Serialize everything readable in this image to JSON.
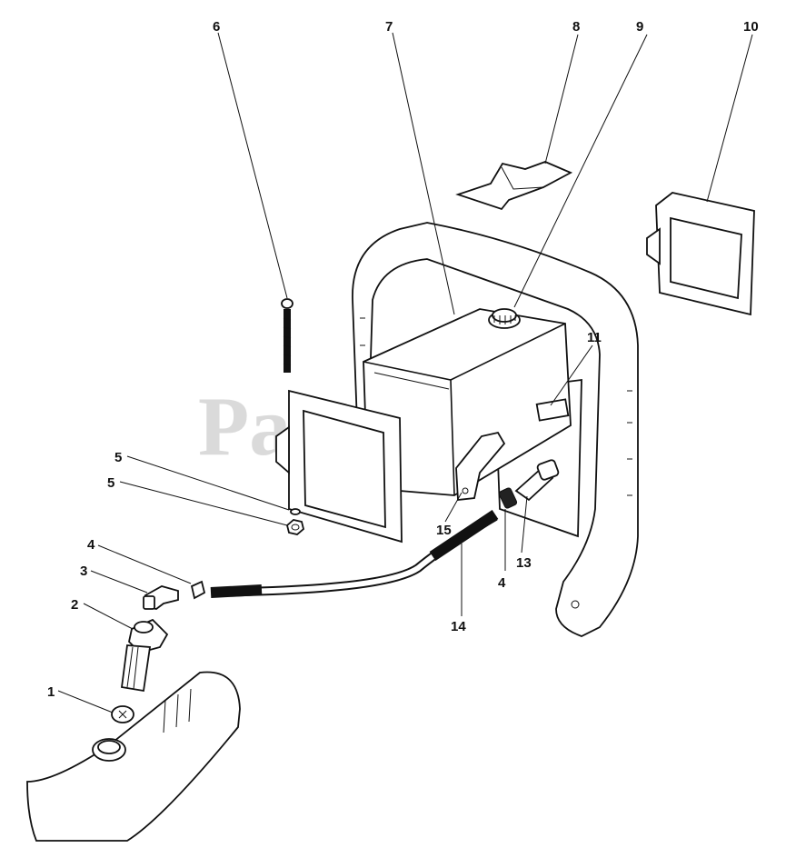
{
  "watermark": "PartsTree",
  "callouts": [
    {
      "id": "c1",
      "label": "1"
    },
    {
      "id": "c2",
      "label": "2"
    },
    {
      "id": "c3",
      "label": "3"
    },
    {
      "id": "c4a",
      "label": "4"
    },
    {
      "id": "c4b",
      "label": "4"
    },
    {
      "id": "c5",
      "label": "5"
    },
    {
      "id": "c6",
      "label": "6"
    },
    {
      "id": "c7",
      "label": "7"
    },
    {
      "id": "c8",
      "label": "8"
    },
    {
      "id": "c9",
      "label": "9"
    },
    {
      "id": "c10",
      "label": "10"
    },
    {
      "id": "c11",
      "label": "11"
    },
    {
      "id": "c12",
      "label": "12"
    },
    {
      "id": "c13",
      "label": "13"
    },
    {
      "id": "c14",
      "label": "14"
    },
    {
      "id": "c15",
      "label": "15"
    }
  ]
}
